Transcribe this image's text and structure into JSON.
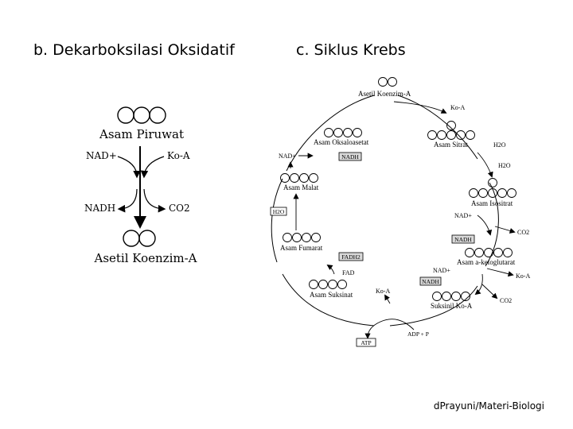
{
  "headings": {
    "b": "b. Dekarboksilasi Oksidatif",
    "c": "c. Siklus Krebs"
  },
  "decarboxylation": {
    "pyruvate_label": "Asam Piruwat",
    "nad_plus": "NAD+",
    "coa": "Ko-A",
    "nadh": "NADH",
    "co2": "CO2",
    "product_label": "Asetil Koenzim-A",
    "pyruvate_carbons": 3,
    "acetyl_carbons": 2
  },
  "krebs": {
    "acetyl_coa": "Asetil Koenzim-A",
    "coa_top": "Ko-A",
    "oxaloacetate": "Asam Oksaloasetat",
    "citrate": "Asam Sitrat",
    "h2o_right_1": "H2O",
    "h2o_right_2": "H2O",
    "nad_left": "NAD+",
    "nadh_left": "NADH",
    "malate": "Asam Malat",
    "h2o_left": "H2O",
    "isocitrate": "Asam Isositrat",
    "nad_right_1": "NAD+",
    "co2_right_1": "CO2",
    "nadh_right_1": "NADH",
    "fumarate": "Asam Fumarat",
    "fadh2": "FADH2",
    "fad": "FAD",
    "ketoglutarate": "Asam a-ketoglutarat",
    "nad_right_2": "NAD+",
    "coa_right": "Ko-A",
    "nadh_right_2": "NADH",
    "co2_right_2": "CO2",
    "succinate": "Asam Suksinat",
    "coa_bottom": "Ko-A",
    "succinyl_coa": "Suksinil Ko-A",
    "atp": "ATP",
    "adp_p": "ADP + P"
  },
  "footer": "dPrayuni/Materi-Biologi"
}
